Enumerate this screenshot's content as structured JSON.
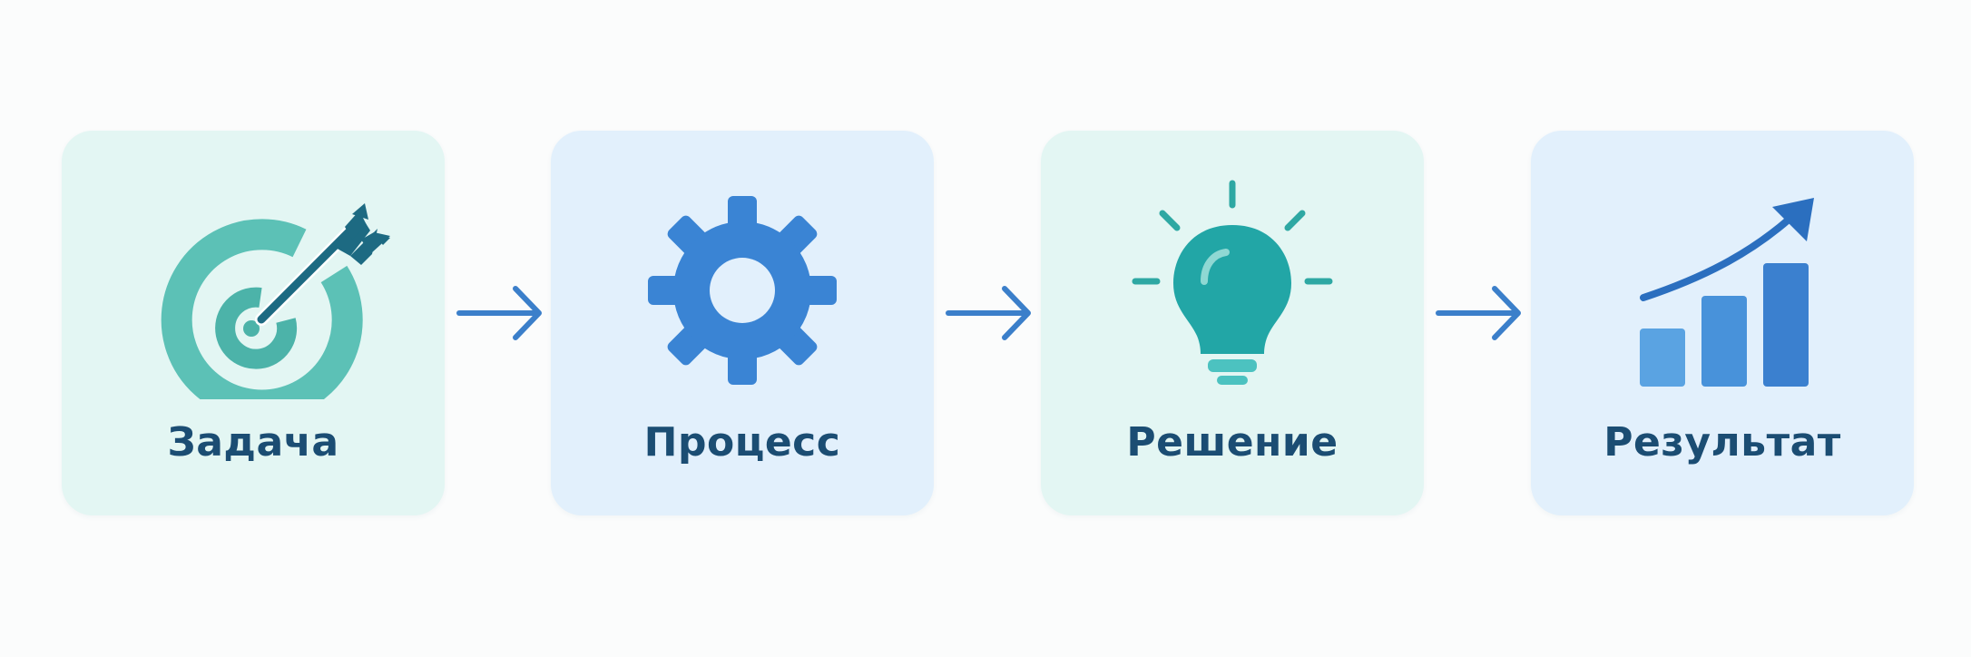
{
  "steps": [
    {
      "label": "Задача",
      "icon": "target-icon",
      "tint": "teal"
    },
    {
      "label": "Процесс",
      "icon": "gear-icon",
      "tint": "blue"
    },
    {
      "label": "Решение",
      "icon": "lightbulb-icon",
      "tint": "teal"
    },
    {
      "label": "Результат",
      "icon": "growth-chart-icon",
      "tint": "blue"
    }
  ],
  "colors": {
    "teal_card": "#e3f6f3",
    "blue_card": "#e2f0fc",
    "label_text": "#1b4d73",
    "arrow": "#3b7fca",
    "teal_icon": "#46b6ad",
    "blue_icon": "#3a84d4"
  }
}
